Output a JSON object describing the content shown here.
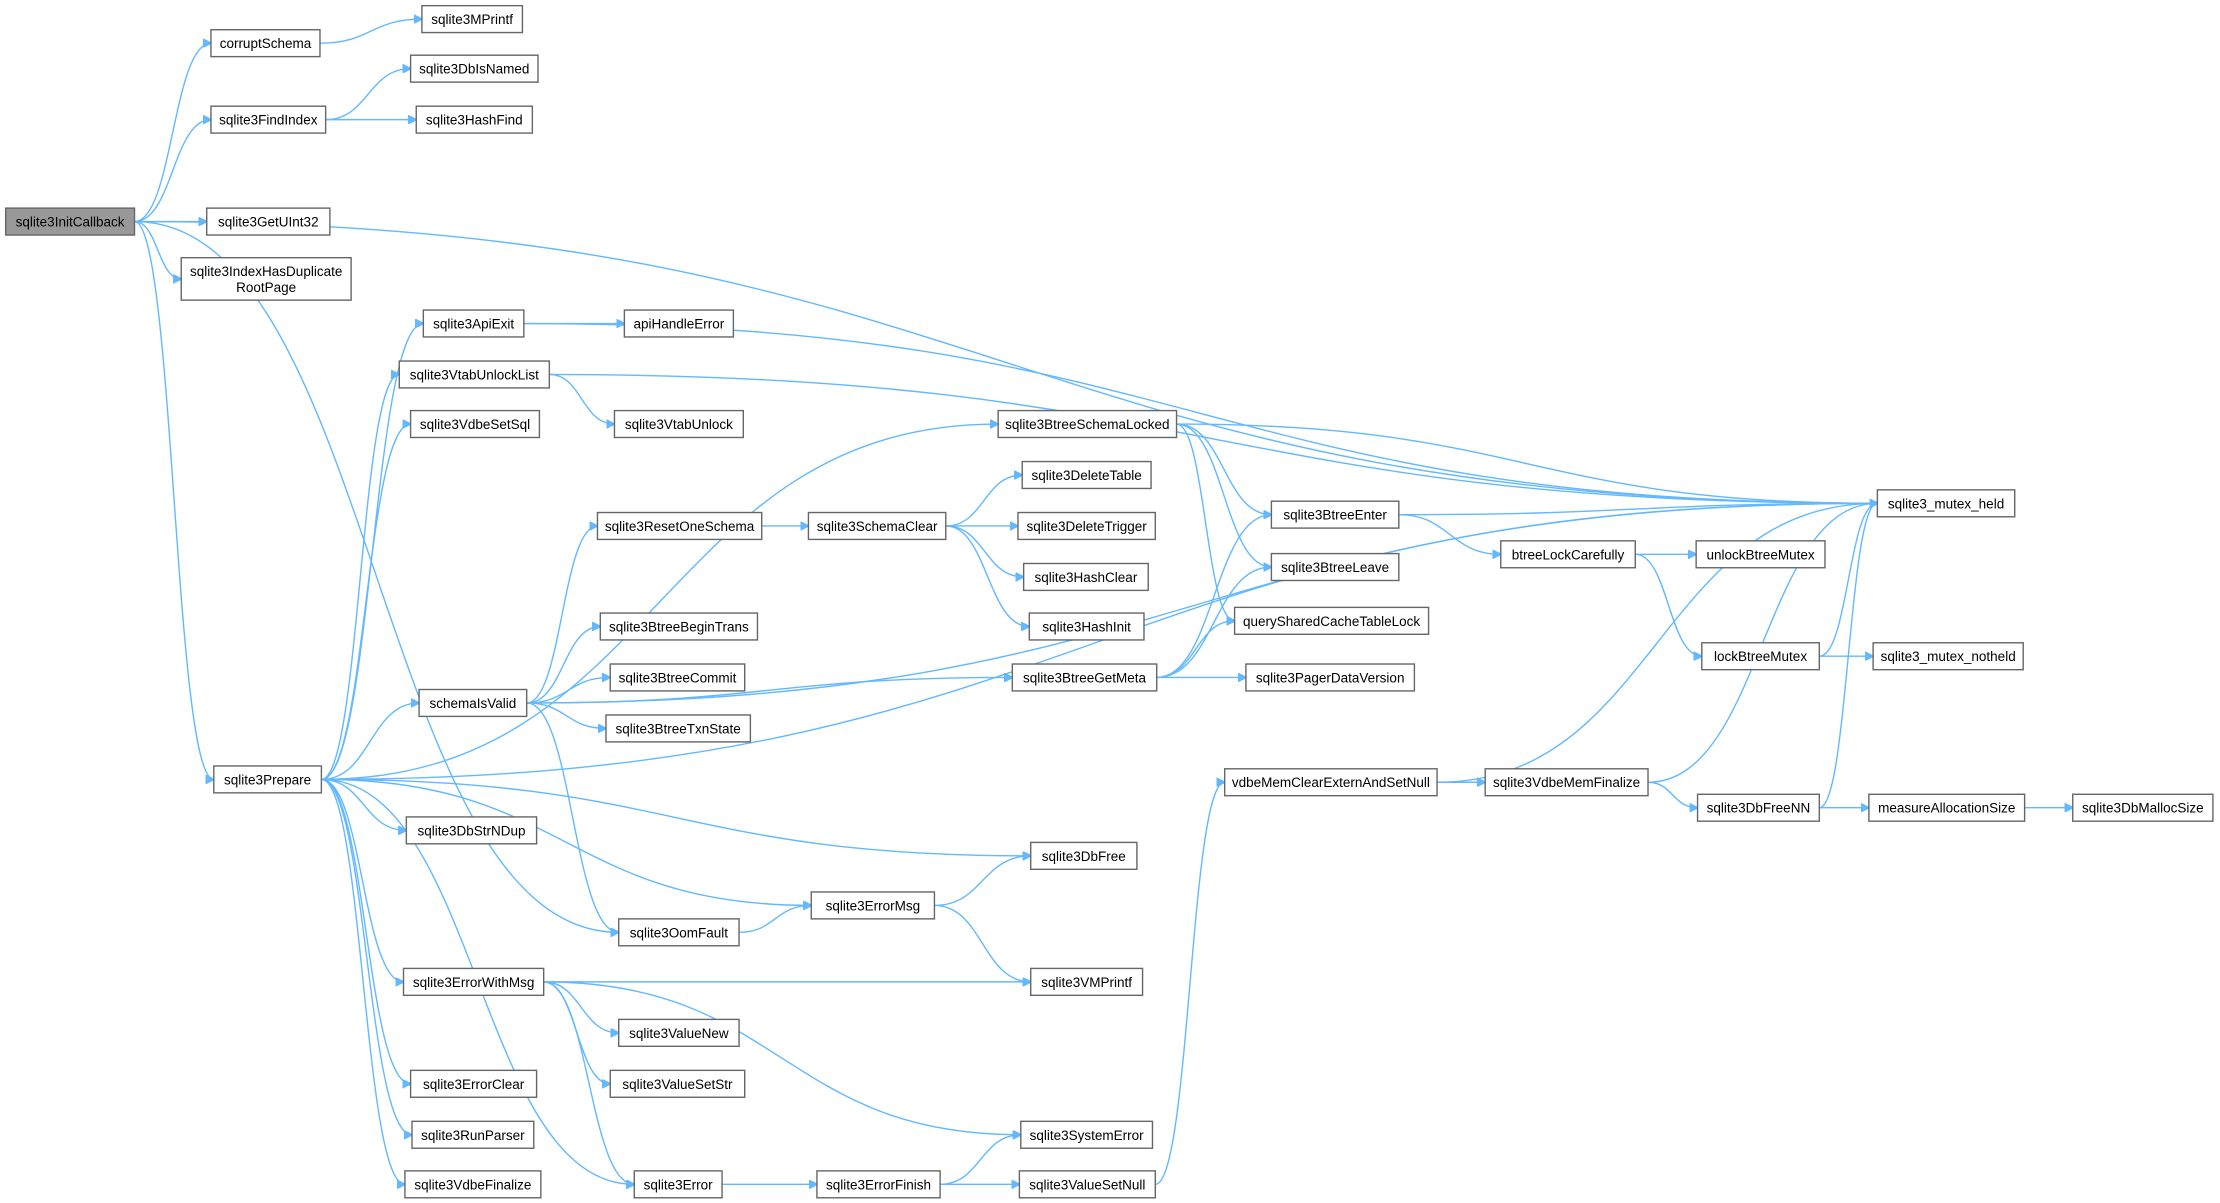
{
  "graph": {
    "root": "sqlite3InitCallback",
    "edge_color": "#63b8ff",
    "node_border_color": "#666666",
    "root_fill_color": "#999999",
    "nodes": [
      {
        "id": "sqlite3InitCallback",
        "label": [
          "sqlite3InitCallback"
        ]
      },
      {
        "id": "corruptSchema",
        "label": [
          "corruptSchema"
        ]
      },
      {
        "id": "sqlite3MPrintf",
        "label": [
          "sqlite3MPrintf"
        ]
      },
      {
        "id": "sqlite3FindIndex",
        "label": [
          "sqlite3FindIndex"
        ]
      },
      {
        "id": "sqlite3DbIsNamed",
        "label": [
          "sqlite3DbIsNamed"
        ]
      },
      {
        "id": "sqlite3HashFind",
        "label": [
          "sqlite3HashFind"
        ]
      },
      {
        "id": "sqlite3GetUInt32",
        "label": [
          "sqlite3GetUInt32"
        ]
      },
      {
        "id": "sqlite3IndexHasDuplicateRootPage",
        "label": [
          "sqlite3IndexHasDuplicate",
          "RootPage"
        ]
      },
      {
        "id": "sqlite3ApiExit",
        "label": [
          "sqlite3ApiExit"
        ]
      },
      {
        "id": "apiHandleError",
        "label": [
          "apiHandleError"
        ]
      },
      {
        "id": "sqlite3VtabUnlockList",
        "label": [
          "sqlite3VtabUnlockList"
        ]
      },
      {
        "id": "sqlite3VtabUnlock",
        "label": [
          "sqlite3VtabUnlock"
        ]
      },
      {
        "id": "sqlite3VdbeSetSql",
        "label": [
          "sqlite3VdbeSetSql"
        ]
      },
      {
        "id": "sqlite3BtreeSchemaLocked",
        "label": [
          "sqlite3BtreeSchemaLocked"
        ]
      },
      {
        "id": "sqlite3DeleteTable",
        "label": [
          "sqlite3DeleteTable"
        ]
      },
      {
        "id": "sqlite3ResetOneSchema",
        "label": [
          "sqlite3ResetOneSchema"
        ]
      },
      {
        "id": "sqlite3SchemaClear",
        "label": [
          "sqlite3SchemaClear"
        ]
      },
      {
        "id": "sqlite3DeleteTrigger",
        "label": [
          "sqlite3DeleteTrigger"
        ]
      },
      {
        "id": "sqlite3HashClear",
        "label": [
          "sqlite3HashClear"
        ]
      },
      {
        "id": "sqlite3HashInit",
        "label": [
          "sqlite3HashInit"
        ]
      },
      {
        "id": "sqlite3BtreeEnter",
        "label": [
          "sqlite3BtreeEnter"
        ]
      },
      {
        "id": "sqlite3_mutex_held",
        "label": [
          "sqlite3_mutex_held"
        ]
      },
      {
        "id": "btreeLockCarefully",
        "label": [
          "btreeLockCarefully"
        ]
      },
      {
        "id": "unlockBtreeMutex",
        "label": [
          "unlockBtreeMutex"
        ]
      },
      {
        "id": "sqlite3BtreeLeave",
        "label": [
          "sqlite3BtreeLeave"
        ]
      },
      {
        "id": "querySharedCacheTableLock",
        "label": [
          "querySharedCacheTableLock"
        ]
      },
      {
        "id": "sqlite3BtreeBeginTrans",
        "label": [
          "sqlite3BtreeBeginTrans"
        ]
      },
      {
        "id": "sqlite3BtreeGetMeta",
        "label": [
          "sqlite3BtreeGetMeta"
        ]
      },
      {
        "id": "lockBtreeMutex",
        "label": [
          "lockBtreeMutex"
        ]
      },
      {
        "id": "sqlite3_mutex_notheld",
        "label": [
          "sqlite3_mutex_notheld"
        ]
      },
      {
        "id": "sqlite3BtreeCommit",
        "label": [
          "sqlite3BtreeCommit"
        ]
      },
      {
        "id": "sqlite3PagerDataVersion",
        "label": [
          "sqlite3PagerDataVersion"
        ]
      },
      {
        "id": "schemaIsValid",
        "label": [
          "schemaIsValid"
        ]
      },
      {
        "id": "sqlite3BtreeTxnState",
        "label": [
          "sqlite3BtreeTxnState"
        ]
      },
      {
        "id": "sqlite3Prepare",
        "label": [
          "sqlite3Prepare"
        ]
      },
      {
        "id": "vdbeMemClearExternAndSetNull",
        "label": [
          "vdbeMemClearExternAndSetNull"
        ]
      },
      {
        "id": "sqlite3VdbeMemFinalize",
        "label": [
          "sqlite3VdbeMemFinalize"
        ]
      },
      {
        "id": "sqlite3DbFreeNN",
        "label": [
          "sqlite3DbFreeNN"
        ]
      },
      {
        "id": "measureAllocationSize",
        "label": [
          "measureAllocationSize"
        ]
      },
      {
        "id": "sqlite3DbMallocSize",
        "label": [
          "sqlite3DbMallocSize"
        ]
      },
      {
        "id": "sqlite3DbStrNDup",
        "label": [
          "sqlite3DbStrNDup"
        ]
      },
      {
        "id": "sqlite3DbFree",
        "label": [
          "sqlite3DbFree"
        ]
      },
      {
        "id": "sqlite3ErrorMsg",
        "label": [
          "sqlite3ErrorMsg"
        ]
      },
      {
        "id": "sqlite3OomFault",
        "label": [
          "sqlite3OomFault"
        ]
      },
      {
        "id": "sqlite3ErrorWithMsg",
        "label": [
          "sqlite3ErrorWithMsg"
        ]
      },
      {
        "id": "sqlite3VMPrintf",
        "label": [
          "sqlite3VMPrintf"
        ]
      },
      {
        "id": "sqlite3ValueNew",
        "label": [
          "sqlite3ValueNew"
        ]
      },
      {
        "id": "sqlite3ErrorClear",
        "label": [
          "sqlite3ErrorClear"
        ]
      },
      {
        "id": "sqlite3ValueSetStr",
        "label": [
          "sqlite3ValueSetStr"
        ]
      },
      {
        "id": "sqlite3RunParser",
        "label": [
          "sqlite3RunParser"
        ]
      },
      {
        "id": "sqlite3SystemError",
        "label": [
          "sqlite3SystemError"
        ]
      },
      {
        "id": "sqlite3VdbeFinalize",
        "label": [
          "sqlite3VdbeFinalize"
        ]
      },
      {
        "id": "sqlite3Error",
        "label": [
          "sqlite3Error"
        ]
      },
      {
        "id": "sqlite3ErrorFinish",
        "label": [
          "sqlite3ErrorFinish"
        ]
      },
      {
        "id": "sqlite3ValueSetNull",
        "label": [
          "sqlite3ValueSetNull"
        ]
      }
    ],
    "edges": [
      [
        "sqlite3InitCallback",
        "corruptSchema"
      ],
      [
        "sqlite3InitCallback",
        "sqlite3FindIndex"
      ],
      [
        "sqlite3InitCallback",
        "sqlite3_mutex_held"
      ],
      [
        "sqlite3InitCallback",
        "sqlite3GetUInt32"
      ],
      [
        "sqlite3InitCallback",
        "sqlite3IndexHasDuplicateRootPage"
      ],
      [
        "sqlite3InitCallback",
        "sqlite3Prepare"
      ],
      [
        "sqlite3InitCallback",
        "sqlite3OomFault"
      ],
      [
        "corruptSchema",
        "sqlite3MPrintf"
      ],
      [
        "sqlite3FindIndex",
        "sqlite3DbIsNamed"
      ],
      [
        "sqlite3FindIndex",
        "sqlite3HashFind"
      ],
      [
        "sqlite3Prepare",
        "sqlite3_mutex_held"
      ],
      [
        "sqlite3Prepare",
        "sqlite3ApiExit"
      ],
      [
        "sqlite3Prepare",
        "sqlite3VtabUnlockList"
      ],
      [
        "sqlite3Prepare",
        "sqlite3VdbeSetSql"
      ],
      [
        "sqlite3Prepare",
        "sqlite3BtreeSchemaLocked"
      ],
      [
        "sqlite3Prepare",
        "schemaIsValid"
      ],
      [
        "sqlite3Prepare",
        "sqlite3DbStrNDup"
      ],
      [
        "sqlite3Prepare",
        "sqlite3DbFree"
      ],
      [
        "sqlite3Prepare",
        "sqlite3ErrorMsg"
      ],
      [
        "sqlite3Prepare",
        "sqlite3ErrorWithMsg"
      ],
      [
        "sqlite3Prepare",
        "sqlite3ErrorClear"
      ],
      [
        "sqlite3Prepare",
        "sqlite3RunParser"
      ],
      [
        "sqlite3Prepare",
        "sqlite3VdbeFinalize"
      ],
      [
        "sqlite3Prepare",
        "sqlite3Error"
      ],
      [
        "sqlite3ApiExit",
        "apiHandleError"
      ],
      [
        "sqlite3ApiExit",
        "sqlite3_mutex_held"
      ],
      [
        "sqlite3VtabUnlockList",
        "sqlite3VtabUnlock"
      ],
      [
        "sqlite3VtabUnlockList",
        "sqlite3_mutex_held"
      ],
      [
        "sqlite3BtreeSchemaLocked",
        "sqlite3_mutex_held"
      ],
      [
        "sqlite3BtreeSchemaLocked",
        "sqlite3BtreeEnter"
      ],
      [
        "sqlite3BtreeSchemaLocked",
        "sqlite3BtreeLeave"
      ],
      [
        "sqlite3BtreeSchemaLocked",
        "querySharedCacheTableLock"
      ],
      [
        "schemaIsValid",
        "sqlite3ResetOneSchema"
      ],
      [
        "schemaIsValid",
        "sqlite3BtreeBeginTrans"
      ],
      [
        "schemaIsValid",
        "sqlite3BtreeCommit"
      ],
      [
        "schemaIsValid",
        "sqlite3BtreeTxnState"
      ],
      [
        "schemaIsValid",
        "sqlite3BtreeGetMeta"
      ],
      [
        "schemaIsValid",
        "sqlite3_mutex_held"
      ],
      [
        "schemaIsValid",
        "sqlite3OomFault"
      ],
      [
        "sqlite3ResetOneSchema",
        "sqlite3SchemaClear"
      ],
      [
        "sqlite3SchemaClear",
        "sqlite3DeleteTable"
      ],
      [
        "sqlite3SchemaClear",
        "sqlite3DeleteTrigger"
      ],
      [
        "sqlite3SchemaClear",
        "sqlite3HashClear"
      ],
      [
        "sqlite3SchemaClear",
        "sqlite3HashInit"
      ],
      [
        "sqlite3BtreeGetMeta",
        "sqlite3BtreeEnter"
      ],
      [
        "sqlite3BtreeGetMeta",
        "sqlite3BtreeLeave"
      ],
      [
        "sqlite3BtreeGetMeta",
        "querySharedCacheTableLock"
      ],
      [
        "sqlite3BtreeGetMeta",
        "sqlite3PagerDataVersion"
      ],
      [
        "sqlite3BtreeEnter",
        "sqlite3_mutex_held"
      ],
      [
        "sqlite3BtreeEnter",
        "btreeLockCarefully"
      ],
      [
        "btreeLockCarefully",
        "unlockBtreeMutex"
      ],
      [
        "btreeLockCarefully",
        "lockBtreeMutex"
      ],
      [
        "lockBtreeMutex",
        "sqlite3_mutex_held"
      ],
      [
        "lockBtreeMutex",
        "sqlite3_mutex_notheld"
      ],
      [
        "vdbeMemClearExternAndSetNull",
        "sqlite3VdbeMemFinalize"
      ],
      [
        "vdbeMemClearExternAndSetNull",
        "sqlite3_mutex_held"
      ],
      [
        "sqlite3VdbeMemFinalize",
        "sqlite3DbFreeNN"
      ],
      [
        "sqlite3VdbeMemFinalize",
        "sqlite3_mutex_held"
      ],
      [
        "sqlite3DbFreeNN",
        "measureAllocationSize"
      ],
      [
        "sqlite3DbFreeNN",
        "sqlite3_mutex_held"
      ],
      [
        "measureAllocationSize",
        "sqlite3DbMallocSize"
      ],
      [
        "sqlite3OomFault",
        "sqlite3ErrorMsg"
      ],
      [
        "sqlite3ErrorMsg",
        "sqlite3DbFree"
      ],
      [
        "sqlite3ErrorMsg",
        "sqlite3VMPrintf"
      ],
      [
        "sqlite3ErrorWithMsg",
        "sqlite3VMPrintf"
      ],
      [
        "sqlite3ErrorWithMsg",
        "sqlite3ValueNew"
      ],
      [
        "sqlite3ErrorWithMsg",
        "sqlite3ValueSetStr"
      ],
      [
        "sqlite3ErrorWithMsg",
        "sqlite3SystemError"
      ],
      [
        "sqlite3ErrorWithMsg",
        "sqlite3Error"
      ],
      [
        "sqlite3Error",
        "sqlite3ErrorFinish"
      ],
      [
        "sqlite3ErrorFinish",
        "sqlite3SystemError"
      ],
      [
        "sqlite3ErrorFinish",
        "sqlite3ValueSetNull"
      ],
      [
        "sqlite3ValueSetNull",
        "vdbeMemClearExternAndSetNull"
      ]
    ]
  }
}
